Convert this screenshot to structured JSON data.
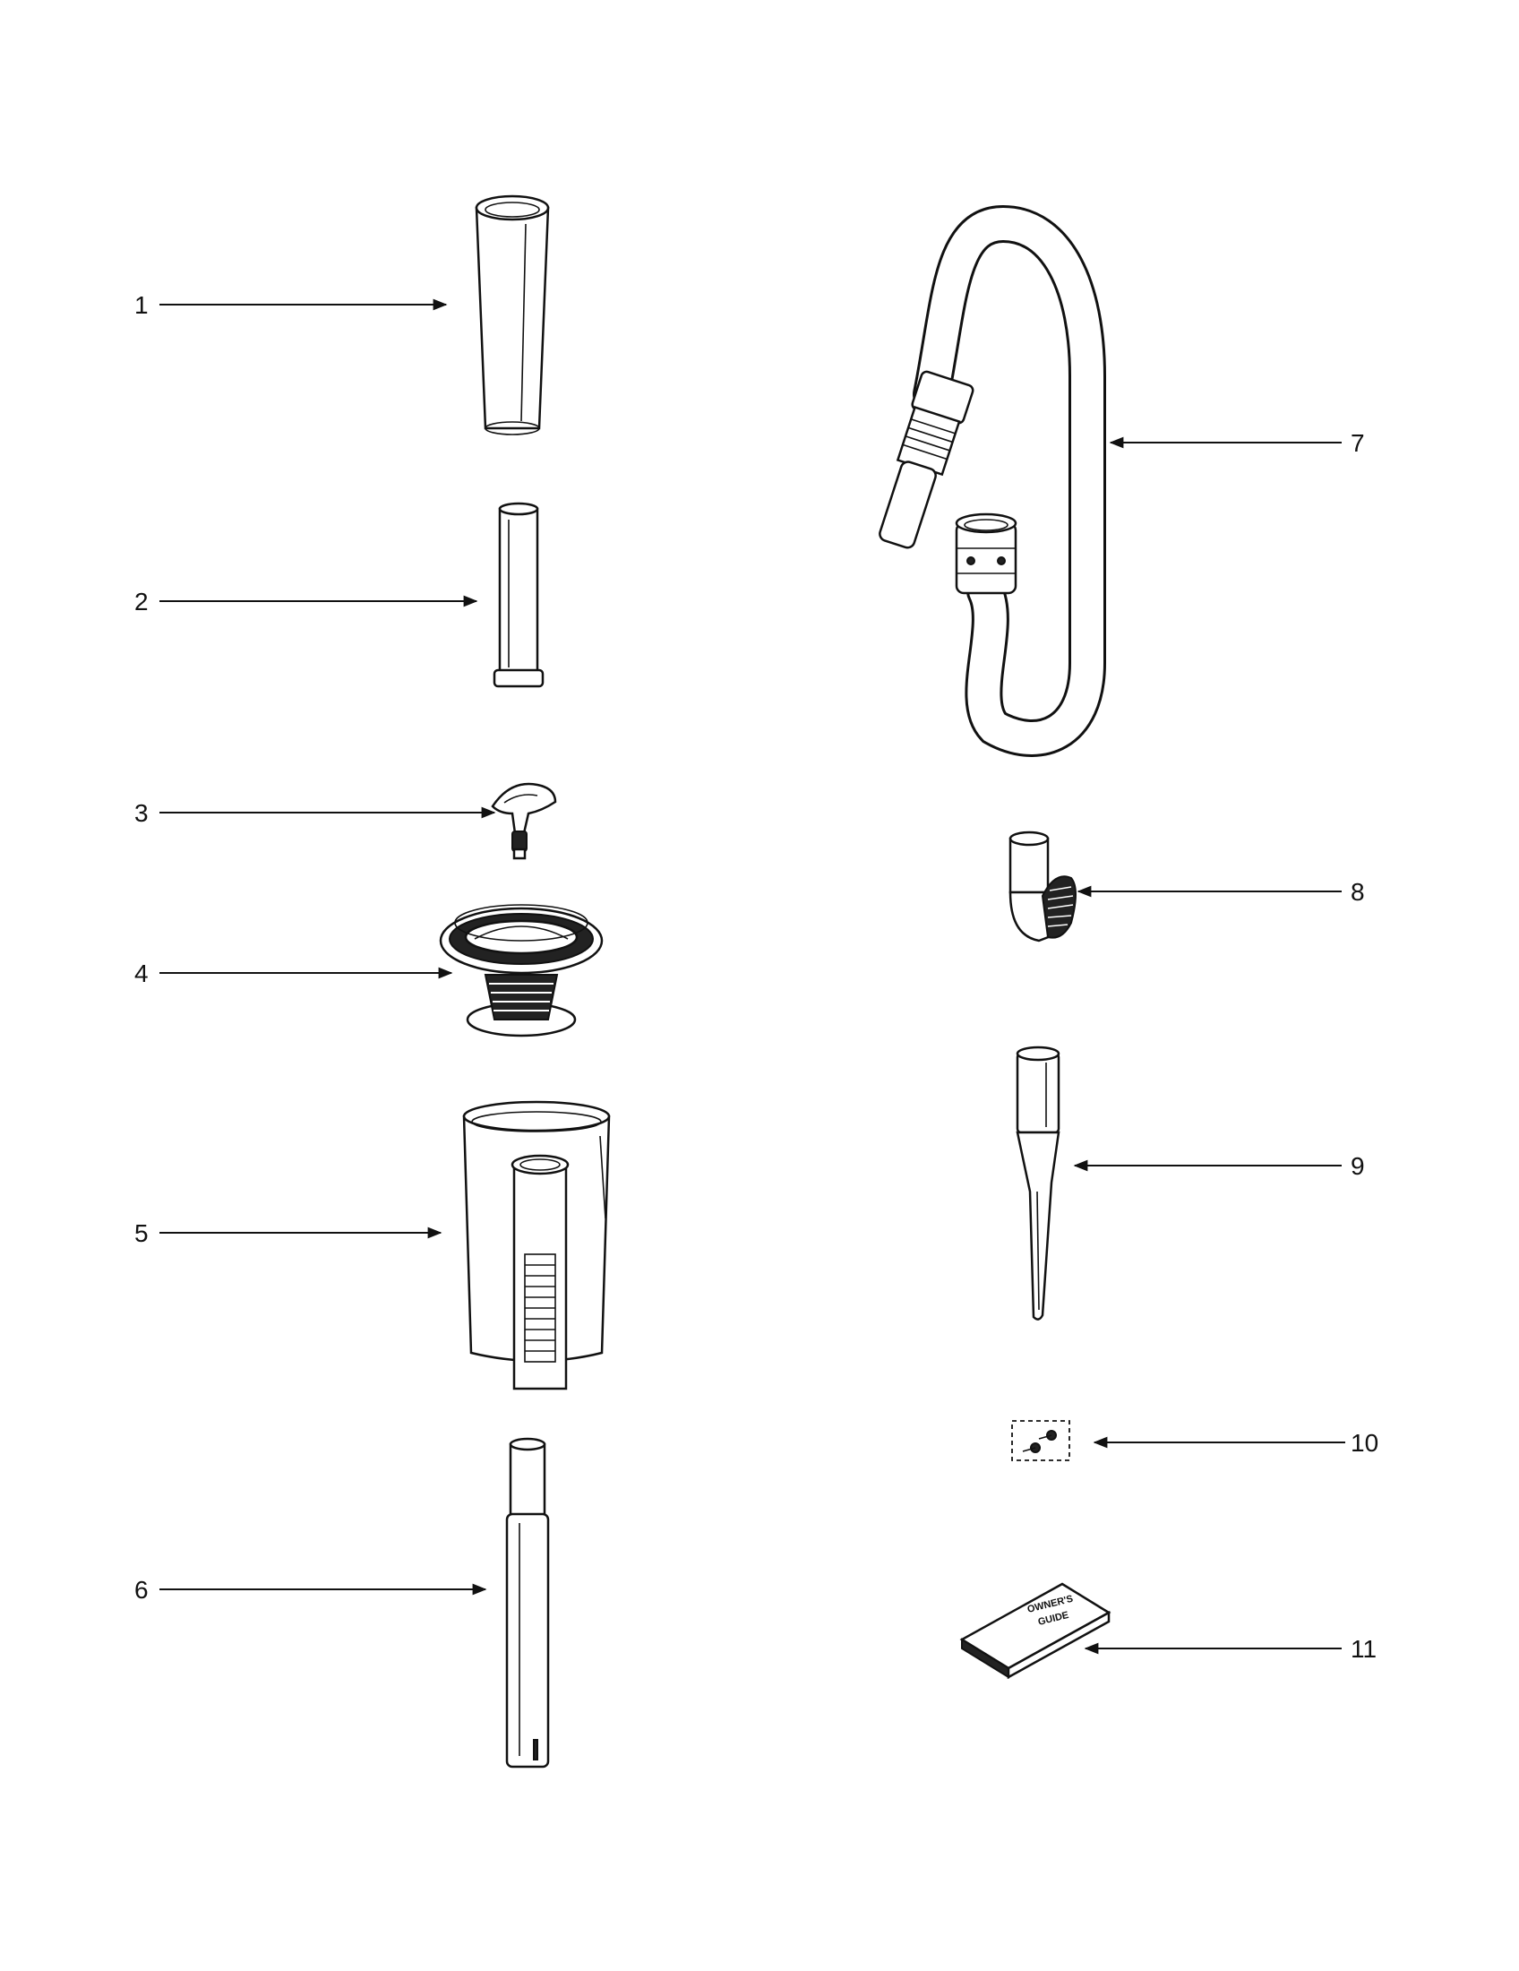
{
  "diagram": {
    "callouts": [
      {
        "id": "1",
        "label": "1",
        "part": "extension-tube-upper"
      },
      {
        "id": "2",
        "label": "2",
        "part": "inner-tube"
      },
      {
        "id": "3",
        "label": "3",
        "part": "filter-release-handle"
      },
      {
        "id": "4",
        "label": "4",
        "part": "dirt-cup-filter-assembly"
      },
      {
        "id": "5",
        "label": "5",
        "part": "dirt-cup"
      },
      {
        "id": "6",
        "label": "6",
        "part": "wand"
      },
      {
        "id": "7",
        "label": "7",
        "part": "hose"
      },
      {
        "id": "8",
        "label": "8",
        "part": "dusting-brush"
      },
      {
        "id": "9",
        "label": "9",
        "part": "crevice-tool"
      },
      {
        "id": "10",
        "label": "10",
        "part": "screws"
      },
      {
        "id": "11",
        "label": "11",
        "part": "owners-guide"
      }
    ],
    "guide_label": {
      "line1": "OWNER'S",
      "line2": "GUIDE"
    }
  }
}
